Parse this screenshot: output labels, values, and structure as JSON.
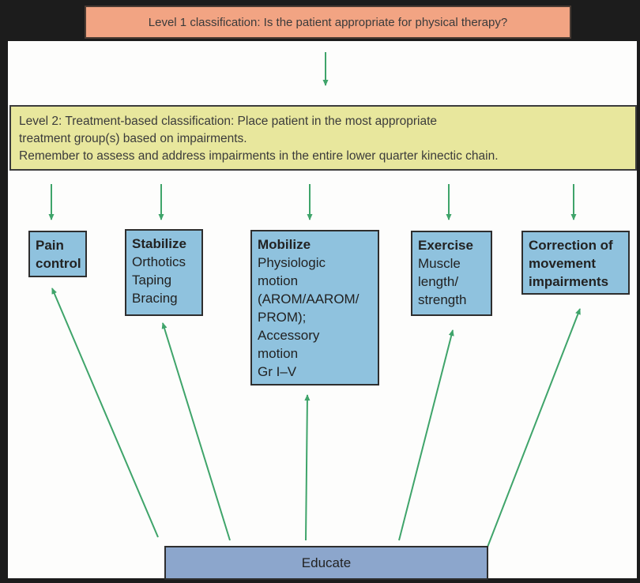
{
  "diagram": {
    "level1": {
      "text": "Level 1 classification: Is the patient appropriate for physical therapy?"
    },
    "level2": {
      "lines": [
        "Level 2: Treatment-based classification: Place patient in the most appropriate",
        "treatment group(s) based on impairments.",
        "Remember to assess and address impairments in the entire lower quarter kinectic chain."
      ]
    },
    "treatment_boxes": [
      {
        "name": "pain-control",
        "bold_lines": [
          "Pain",
          "control"
        ],
        "lines": []
      },
      {
        "name": "stabilize",
        "bold_lines": [
          "Stabilize"
        ],
        "lines": [
          "Orthotics",
          "Taping",
          "Bracing"
        ]
      },
      {
        "name": "mobilize",
        "bold_lines": [
          "Mobilize"
        ],
        "lines": [
          "Physiologic",
          "motion",
          "(AROM/AAROM/",
          "PROM);",
          "Accessory",
          "motion",
          "Gr I–V"
        ]
      },
      {
        "name": "exercise",
        "bold_lines": [
          "Exercise"
        ],
        "lines": [
          "Muscle",
          "length/",
          "strength"
        ]
      },
      {
        "name": "correction-of-movement-impairments",
        "bold_lines": [
          "Correction of",
          "movement",
          "impairments"
        ],
        "lines": []
      }
    ],
    "educate": {
      "label": "Educate"
    },
    "colors": {
      "level1_fill": "#f2a483",
      "level2_fill": "#e8e79d",
      "treatment_fill": "#8fc2de",
      "educate_fill": "#8ca6cc",
      "arrow_green": "#3fa46a",
      "frame_black": "#1c1c1c",
      "box_border": "#2e2e2e"
    }
  }
}
